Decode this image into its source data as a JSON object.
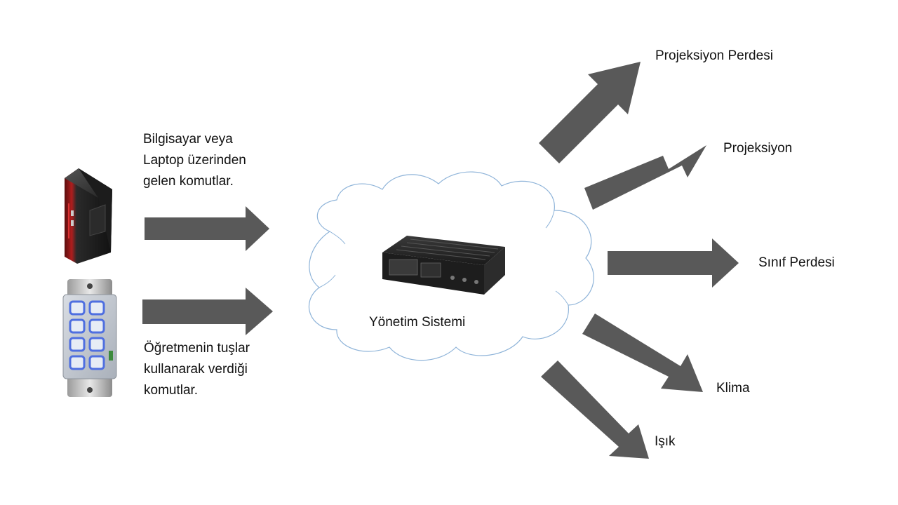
{
  "inputs": {
    "computer_caption": "Bilgisayar veya\nLaptop üzerinden\ngelen komutlar.",
    "keypad_caption": "Öğretmenin tuşlar\nkullanarak verdiği\nkomutlar."
  },
  "center": {
    "label": "Yönetim Sistemi",
    "device_icon": "controller-device-icon",
    "cloud_color": "#8fb4d9"
  },
  "outputs": [
    {
      "label": "Projeksiyon Perdesi"
    },
    {
      "label": "Projeksiyon"
    },
    {
      "label": "Sınıf Perdesi"
    },
    {
      "label": "Klima"
    },
    {
      "label": "Işık"
    }
  ],
  "colors": {
    "arrow": "#595959",
    "keypad_button": "#4f6fe0",
    "pc_accent": "#b01e1e"
  }
}
